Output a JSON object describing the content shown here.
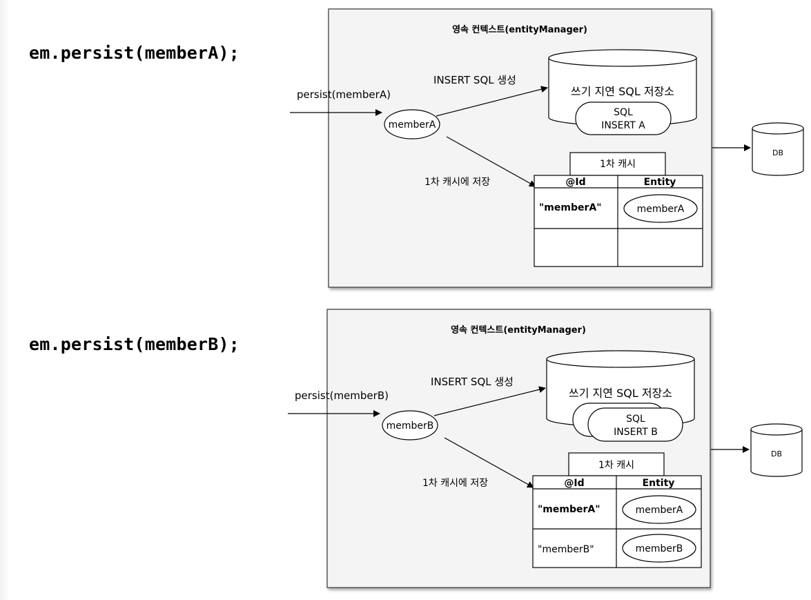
{
  "code_lines": {
    "first": "em.persist(memberA);",
    "second": "em.persist(memberB);"
  },
  "panels": [
    {
      "context_title": "영속 컨텍스트(entityManager)",
      "persist_call": "persist(memberA)",
      "entity_label": "memberA",
      "insert_label": "INSERT SQL 생성",
      "store_label": "쓰기 지연 SQL 저장소",
      "sql_line1": "SQL",
      "sql_line2": "INSERT A",
      "cache_save_label": "1차 캐시에 저장",
      "cache_title": "1차 캐시",
      "col_id": "@Id",
      "col_entity": "Entity",
      "rows": [
        {
          "id": "\"memberA\"",
          "entity": "memberA"
        }
      ],
      "db_label": "DB"
    },
    {
      "context_title": "영속 컨텍스트(entityManager)",
      "persist_call": "persist(memberB)",
      "entity_label": "memberB",
      "insert_label": "INSERT SQL 생성",
      "store_label": "쓰기 지연 SQL 저장소",
      "sql_line1": "SQL",
      "sql_line2": "INSERT B",
      "cache_save_label": "1차 캐시에 저장",
      "cache_title": "1차 캐시",
      "col_id": "@Id",
      "col_entity": "Entity",
      "rows": [
        {
          "id": "\"memberA\"",
          "entity": "memberA"
        },
        {
          "id": "\"memberB\"",
          "entity": "memberB"
        }
      ],
      "db_label": "DB"
    }
  ]
}
